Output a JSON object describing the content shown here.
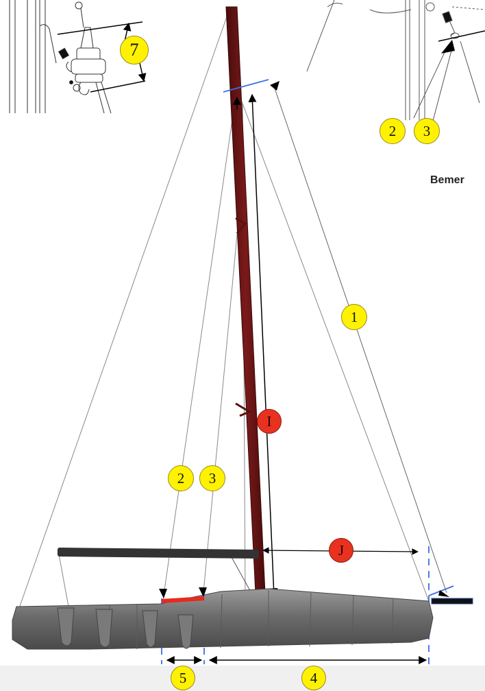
{
  "note": {
    "text": "Bemer"
  },
  "labels": {
    "forestay": "1",
    "cap_shroud": "2",
    "lower_shroud": "3",
    "base_length": "4",
    "chainplate_span": "5",
    "turnbuckle_length": "7",
    "inset_cap": "2",
    "inset_lower": "3",
    "mast_height": "I",
    "foretriangle_base": "J"
  },
  "colors": {
    "mast": "#6b1414",
    "label_yellow": "#fff200",
    "label_red": "#e8321f",
    "dimension_blue": "#3a6fe0",
    "chainplate_red": "#e62a1e",
    "hull_grey": "#7a7a7a",
    "boom": "#333333"
  }
}
